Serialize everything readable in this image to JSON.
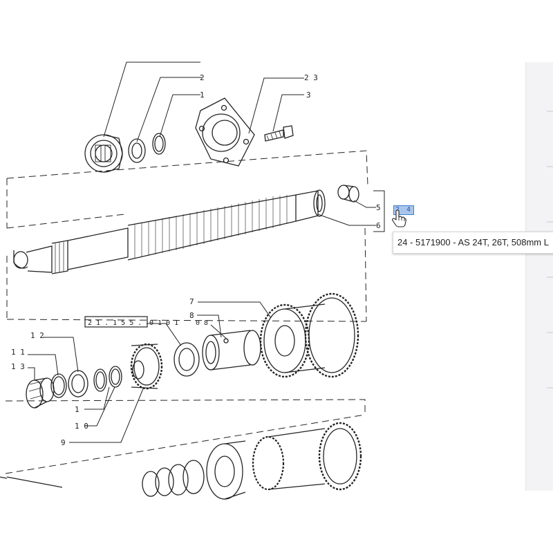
{
  "callouts": {
    "c2": "2",
    "c1": "1",
    "c23": "2 3",
    "c3": "3",
    "c5": "5",
    "c6": "6",
    "c7": "7",
    "c8": "8",
    "c08": "0 8",
    "c12": "1 2",
    "c11": "1 1",
    "c13": "1 3",
    "c1b": "1",
    "c10": "1 0",
    "c9": "9"
  },
  "ref_box": {
    "label": "2 1 . 1 5 5 .",
    "suffix": "0 1 0 1"
  },
  "hotspot": {
    "label": "2 4"
  },
  "tooltip": {
    "text": "24 - 5171900 - AS 24T, 26T, 508mm L"
  },
  "icons": {
    "cursor": "hand-pointer-icon"
  },
  "colors": {
    "line": "#222222",
    "hotspot_fill": "#a9c6ea",
    "hotspot_border": "#3f7fd0",
    "panel": "#f3f3f5"
  }
}
